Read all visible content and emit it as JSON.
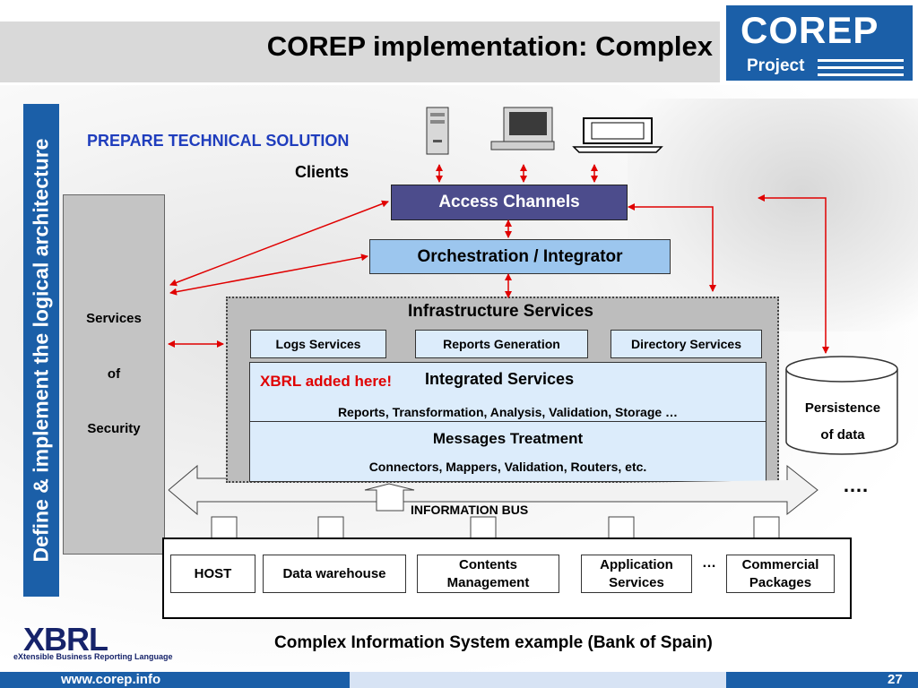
{
  "title": "COREP implementation: Complex",
  "logo": {
    "main": "COREP",
    "sub": "Project"
  },
  "sidebar_text": "Define & implement the logical architecture",
  "prepare_text": "PREPARE TECHNICAL SOLUTION",
  "clients_label": "Clients",
  "security": {
    "line1": "Services",
    "line2": "of",
    "line3": "Security"
  },
  "access_channels": "Access Channels",
  "orchestration": "Orchestration / Integrator",
  "infrastructure": {
    "title": "Infrastructure Services",
    "services": [
      "Logs Services",
      "Reports Generation",
      "Directory Services"
    ]
  },
  "integrated": {
    "xbrl_note": "XBRL added here!",
    "title": "Integrated Services",
    "subtitle": "Reports, Transformation, Analysis, Validation, Storage …"
  },
  "messages": {
    "title": "Messages Treatment",
    "subtitle": "Connectors, Mappers, Validation, Routers, etc."
  },
  "persistence": {
    "line1": "Persistence",
    "line2": "of data"
  },
  "information_bus": "INFORMATION BUS",
  "bus_dots": "….",
  "systems": [
    "HOST",
    "Data warehouse",
    "Contents Management",
    "Application Services",
    "Commercial Packages"
  ],
  "systems_dots": "…",
  "caption": "Complex Information System example (Bank of Spain)",
  "footer": {
    "url": "www.corep.info",
    "page": "27"
  },
  "xbrl_logo": {
    "main": "XBRL",
    "sub": "eXtensible Business Reporting Language"
  },
  "colors": {
    "brand_blue": "#1b5fa8",
    "access_purple": "#4c4c8c",
    "orch_blue": "#9cc6ee",
    "arrow_red": "#e00000",
    "prepare_blue": "#1f3dbd"
  }
}
